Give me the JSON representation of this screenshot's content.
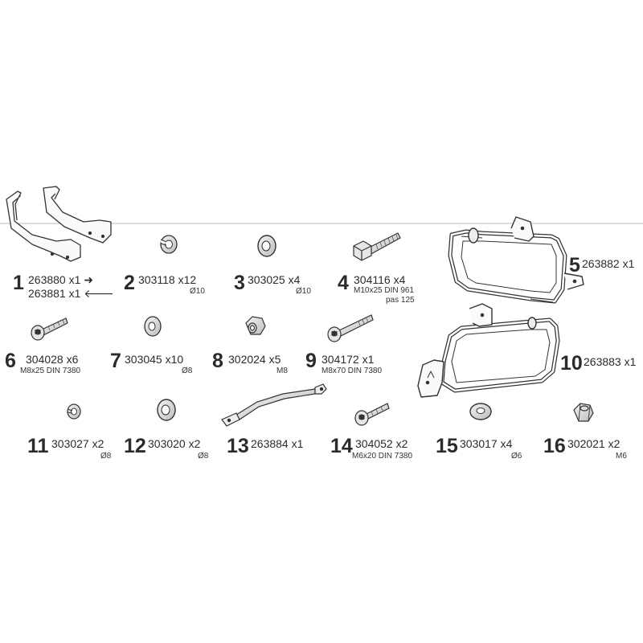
{
  "parts": [
    {
      "num": "1",
      "code": "263880 x1",
      "arrow": "➜",
      "code2": "263881 x1",
      "arrow2": "🡐",
      "icon": "bracket-pair"
    },
    {
      "num": "2",
      "code": "303118 x12",
      "spec": "Ø10",
      "icon": "split-lock-washer"
    },
    {
      "num": "3",
      "code": "303025 x4",
      "spec": "Ø10",
      "icon": "flat-washer"
    },
    {
      "num": "4",
      "code": "304116 x4",
      "spec": "M10x25 DIN 961",
      "spec2": "pas 125",
      "icon": "hex-bolt"
    },
    {
      "num": "5",
      "code": "263882 x1",
      "icon": "side-frame-right"
    },
    {
      "num": "6",
      "code": "304028 x6",
      "spec": "M8x25 DIN 7380",
      "icon": "button-head-screw"
    },
    {
      "num": "7",
      "code": "303045 x10",
      "spec": "Ø8",
      "icon": "flat-washer"
    },
    {
      "num": "8",
      "code": "302024 x5",
      "spec": "M8",
      "icon": "lock-nut"
    },
    {
      "num": "9",
      "code": "304172 x1",
      "spec": "M8x70 DIN 7380",
      "icon": "button-head-screw-long"
    },
    {
      "num": "10",
      "code": "263883 x1",
      "icon": "side-frame-left"
    },
    {
      "num": "11",
      "code": "303027 x2",
      "spec": "Ø8",
      "icon": "split-lock-washer"
    },
    {
      "num": "12",
      "code": "303020 x2",
      "spec": "Ø8",
      "icon": "flat-washer"
    },
    {
      "num": "13",
      "code": "263884 x1",
      "icon": "connecting-rod"
    },
    {
      "num": "14",
      "code": "304052 x2",
      "spec": "M6x20 DIN 7380",
      "icon": "button-head-screw"
    },
    {
      "num": "15",
      "code": "303017 x4",
      "spec": "Ø6",
      "icon": "flat-washer"
    },
    {
      "num": "16",
      "code": "302021 x2",
      "spec": "M6",
      "icon": "lock-nut"
    }
  ]
}
